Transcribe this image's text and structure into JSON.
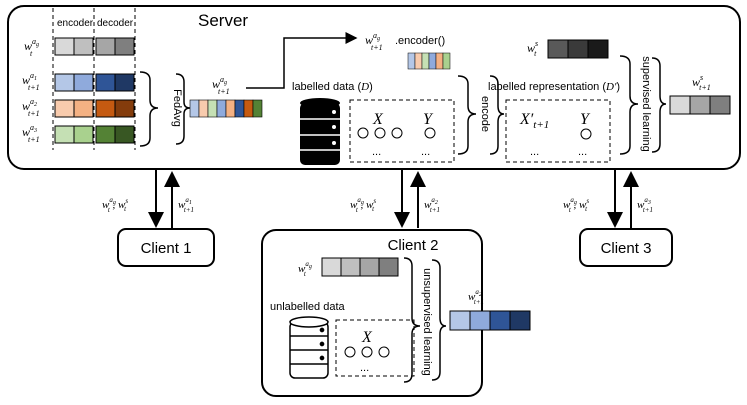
{
  "server": {
    "title": "Server",
    "col_encoder": "encoder",
    "col_decoder": "decoder",
    "w_global": "w",
    "w_global_sup": "a",
    "w_global_supsub": "g",
    "w_global_sub": "t",
    "client_w": [
      {
        "sup": "a",
        "supsub": "1",
        "sub": "t+1"
      },
      {
        "sup": "a",
        "supsub": "2",
        "sub": "t+1"
      },
      {
        "sup": "a",
        "supsub": "3",
        "sub": "t+1"
      }
    ],
    "fedavg": "FedAvg",
    "agg_sub": "t+1",
    "encoder_call": ".encoder()",
    "labelled_data": "labelled data (",
    "labelled_data_var": "D",
    "labelled_data_end": ")",
    "var_x": "X",
    "var_y": "Y",
    "dots": "...",
    "encode": "encode",
    "ws_sup": "s",
    "ws_sub": "t",
    "labelled_repr": "labelled representation (",
    "labelled_repr_var": "D′",
    "labelled_repr_end": ")",
    "x_prime": "X′",
    "x_prime_sub": "t+1",
    "supervised": "supervised learning",
    "ws_next_sub": "t+1"
  },
  "links": {
    "down_w": "w",
    "down_sep": " , ",
    "down_s": "s",
    "down_sub": "t",
    "up": [
      {
        "supsub": "1",
        "sub": "t+1"
      },
      {
        "supsub": "2",
        "sub": "t+1"
      },
      {
        "supsub": "3",
        "sub": "t+1"
      }
    ]
  },
  "clients": {
    "client1": "Client 1",
    "client2": "Client 2",
    "client3": "Client 3",
    "unlabelled_data": "unlabelled data",
    "unsupervised": "unsupervised learning",
    "var_x": "X",
    "dots": "..."
  },
  "colors": {
    "gray": [
      "#d9d9d9",
      "#a6a6a6",
      "#7f7f7f",
      "#595959"
    ],
    "blue": [
      "#b4c7e7",
      "#2f5597",
      "#203864",
      "#1f3864"
    ],
    "orange": [
      "#f8cbad",
      "#f4b183",
      "#c55a11",
      "#843c0c"
    ],
    "green": [
      "#c5e0b4",
      "#a9d18e",
      "#548235",
      "#385723"
    ]
  }
}
